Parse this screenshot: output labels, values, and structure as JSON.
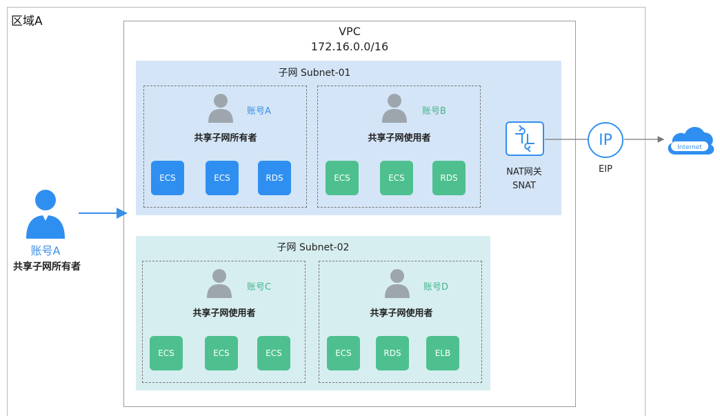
{
  "region": {
    "label": "区域A"
  },
  "vpc": {
    "title": "VPC",
    "cidr": "172.16.0.0/16"
  },
  "subnets": [
    {
      "label": "子网 Subnet-01",
      "color": "#d4e5f7",
      "accounts": [
        {
          "account": "账号A",
          "role": "共享子网所有者",
          "tag_color": "#3a8ee6",
          "resources": [
            "ECS",
            "ECS",
            "RDS"
          ],
          "resource_color": "#2f8ff0"
        },
        {
          "account": "账号B",
          "role": "共享子网使用者",
          "tag_color": "#44b48c",
          "resources": [
            "ECS",
            "ECS",
            "RDS"
          ],
          "resource_color": "#4ec08f"
        }
      ]
    },
    {
      "label": "子网 Subnet-02",
      "color": "#d7eef0",
      "accounts": [
        {
          "account": "账号C",
          "role": "共享子网使用者",
          "tag_color": "#44b48c",
          "resources": [
            "ECS",
            "ECS",
            "ECS"
          ],
          "resource_color": "#4ec08f"
        },
        {
          "account": "账号D",
          "role": "共享子网使用者",
          "tag_color": "#44b48c",
          "resources": [
            "ECS",
            "RDS",
            "ELB"
          ],
          "resource_color": "#4ec08f"
        }
      ]
    }
  ],
  "nat": {
    "label": "NAT网关",
    "sublabel": "SNAT",
    "icon": "nat-gateway-icon"
  },
  "eip": {
    "label": "EIP",
    "icon_text": "IP"
  },
  "internet": {
    "label": "Internet",
    "icon": "cloud-icon"
  },
  "owner": {
    "account": "账号A",
    "role": "共享子网所有者",
    "icon": "person-icon"
  },
  "colors": {
    "accent_blue": "#2f8ff0",
    "accent_green": "#4ec08f",
    "line": "#7a7a7a",
    "arrow_blue": "#3a8ee6"
  }
}
